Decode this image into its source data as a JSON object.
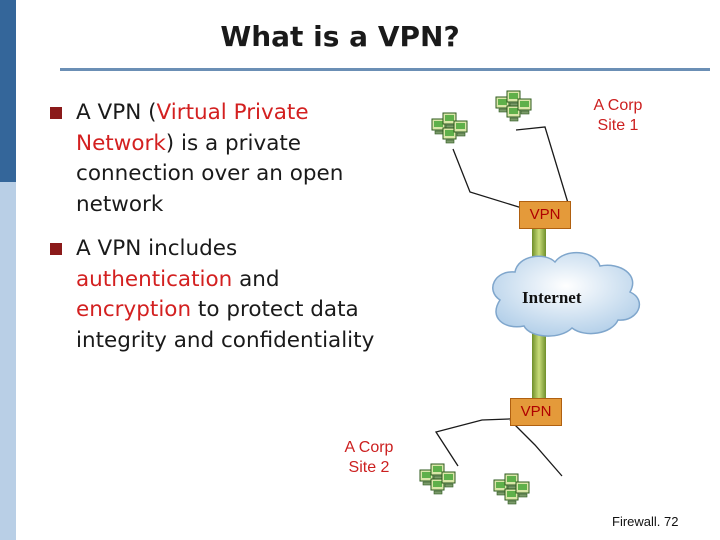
{
  "slide": {
    "title": "What is a VPN?",
    "footer": "Firewall. 72"
  },
  "bullets": [
    {
      "parts": [
        {
          "text": "A VPN (",
          "color": "normal"
        },
        {
          "text": "Virtual Private Network",
          "color": "red"
        },
        {
          "text": ") is a private connection over an open network",
          "color": "normal"
        }
      ]
    },
    {
      "parts": [
        {
          "text": "A VPN includes ",
          "color": "normal"
        },
        {
          "text": "authentication",
          "color": "red"
        },
        {
          "text": " and ",
          "color": "normal"
        },
        {
          "text": "encryption",
          "color": "red"
        },
        {
          "text": " to protect data integrity and confidentiality",
          "color": "normal"
        }
      ]
    }
  ],
  "diagram": {
    "site1_line1": "A Corp",
    "site1_line2": "Site 1",
    "site2_line1": "A Corp",
    "site2_line2": "Site 2",
    "vpn_top": "VPN",
    "vpn_bottom": "VPN",
    "internet": "Internet",
    "icon": "computer-cluster-icon"
  },
  "colors": {
    "accent_red": "#d32020",
    "sidebar_blue": "#34669a",
    "vpn_box": "#e49a3a",
    "tunnel_green": "#8aa63a"
  }
}
